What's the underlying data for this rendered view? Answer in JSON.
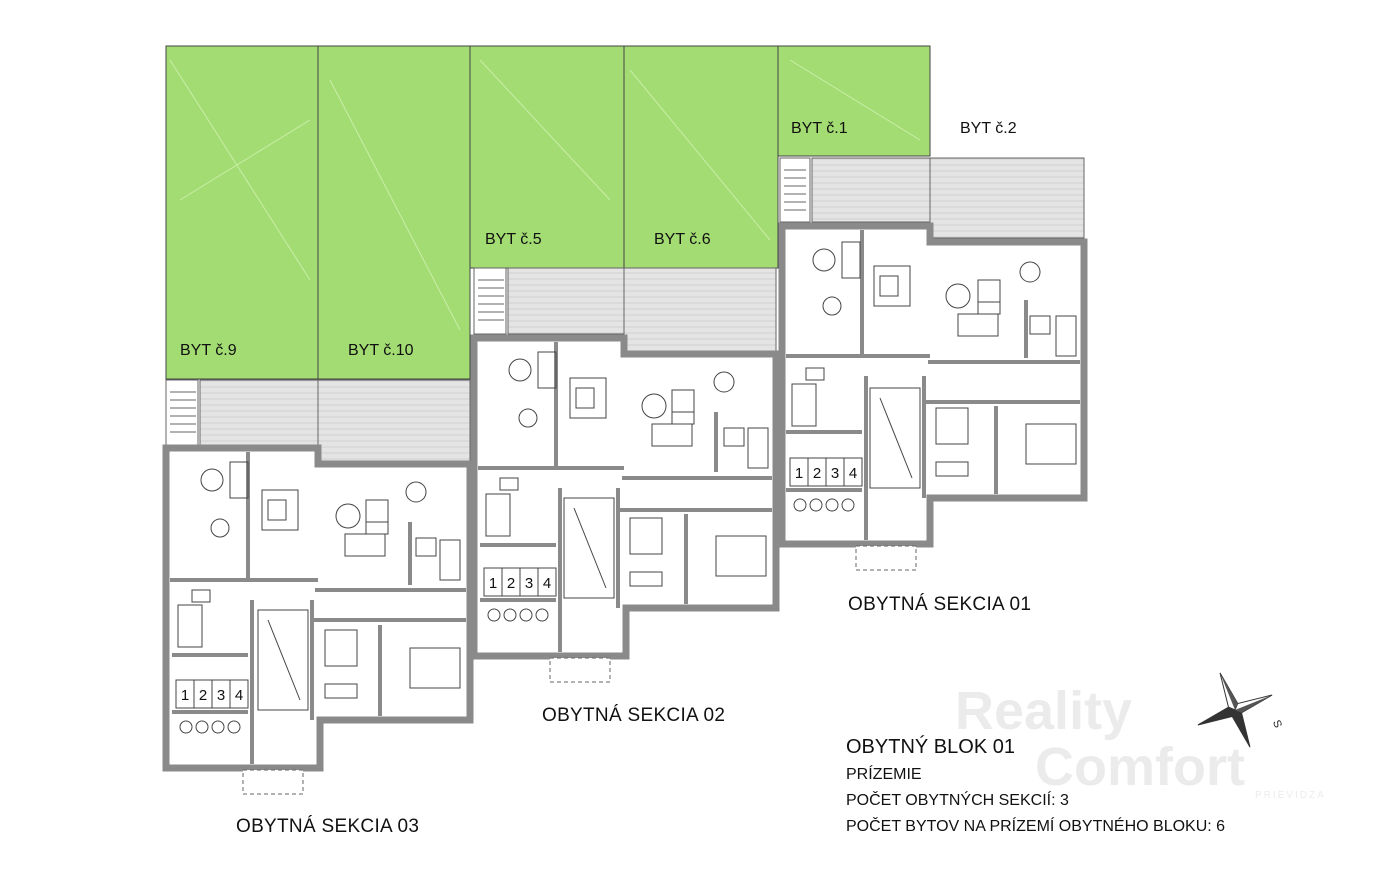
{
  "apartments": [
    {
      "id": "byt9",
      "label": "BYT č.9"
    },
    {
      "id": "byt10",
      "label": "BYT č.10"
    },
    {
      "id": "byt5",
      "label": "BYT č.5"
    },
    {
      "id": "byt6",
      "label": "BYT č.6"
    },
    {
      "id": "byt1",
      "label": "BYT č.1"
    },
    {
      "id": "byt2",
      "label": "BYT č.2"
    }
  ],
  "sections": {
    "s01": "OBYTNÁ SEKCIA 01",
    "s02": "OBYTNÁ SEKCIA 02",
    "s03": "OBYTNÁ SEKCIA 03"
  },
  "storage_numbers": [
    "1",
    "2",
    "3",
    "4"
  ],
  "block": {
    "title": "OBYTNÝ BLOK 01",
    "floor": "PRÍZEMIE",
    "sections_count": "POČET OBYTNÝCH SEKCIÍ: 3",
    "apartments_count": "POČET BYTOV NA PRÍZEMÍ OBYTNÉHO BLOKU: 6"
  },
  "compass": {
    "direction_letter": "S"
  },
  "watermark": {
    "line1": "Reality",
    "line2": "Comfort",
    "line3": "PRIEVIDZA"
  },
  "colors": {
    "garden": "#a3dc72",
    "garden_stroke": "#444444",
    "wall": "#8a8a8a",
    "terrace": "#e6e6e6",
    "floor": "#ffffff",
    "line": "#555555"
  }
}
